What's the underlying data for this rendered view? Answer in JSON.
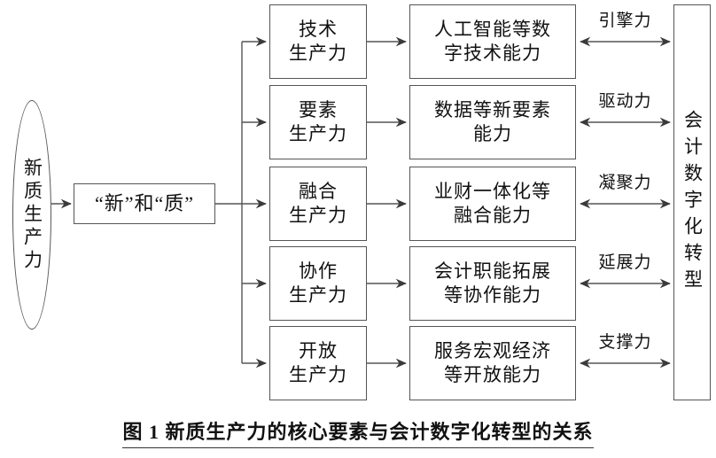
{
  "figure": {
    "caption": "图 1  新质生产力的核心要素与会计数字化转型的关系",
    "caption_number": "图 1",
    "caption_title": "新质生产力的核心要素与会计数字化转型的关系"
  },
  "source_node": {
    "label": "新质生产力",
    "shape": "ellipse"
  },
  "concept_node": {
    "label": "“新”和“质”"
  },
  "productivity_nodes": [
    {
      "label_line1": "技术",
      "label_line2": "生产力"
    },
    {
      "label_line1": "要素",
      "label_line2": "生产力"
    },
    {
      "label_line1": "融合",
      "label_line2": "生产力"
    },
    {
      "label_line1": "协作",
      "label_line2": "生产力"
    },
    {
      "label_line1": "开放",
      "label_line2": "生产力"
    }
  ],
  "capability_nodes": [
    {
      "label_line1": "人工智能等数",
      "label_line2": "字技术能力"
    },
    {
      "label_line1": "数据等新要素",
      "label_line2": "能力"
    },
    {
      "label_line1": "业财一体化等",
      "label_line2": "融合能力"
    },
    {
      "label_line1": "会计职能拓展",
      "label_line2": "等协作能力"
    },
    {
      "label_line1": "服务宏观经济",
      "label_line2": "等开放能力"
    }
  ],
  "relation_labels": [
    {
      "label": "引擎力"
    },
    {
      "label": "驱动力"
    },
    {
      "label": "凝聚力"
    },
    {
      "label": "延展力"
    },
    {
      "label": "支撑力"
    }
  ],
  "target_node": {
    "label": "会计数字化转型"
  },
  "colors": {
    "stroke": "#555555",
    "text": "#111111",
    "background": "#ffffff"
  }
}
